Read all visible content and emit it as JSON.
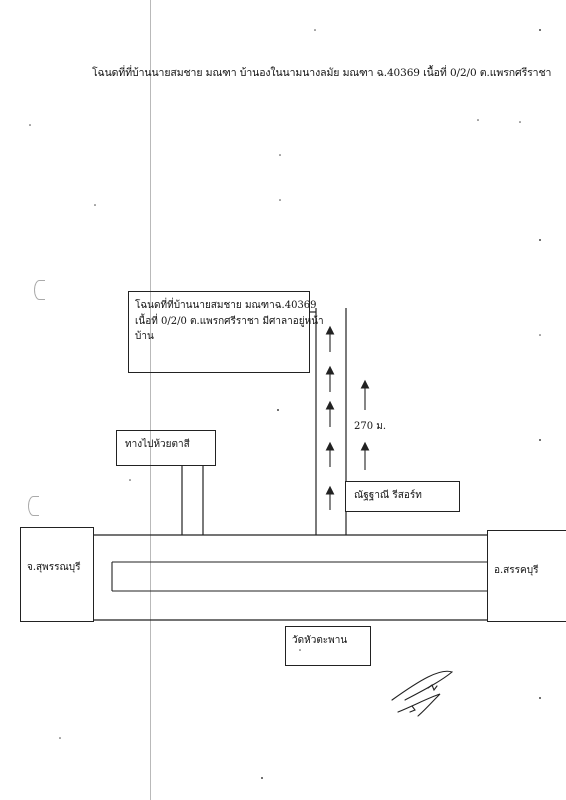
{
  "document": {
    "title": "โฉนดที่ที่บ้านนายสมชาย มณฑา บ้านองในนามนางลมัย มณฑา ฉ.40369 เนื้อที่ 0/2/0 ต.แพรกศรีราชา"
  },
  "map": {
    "info_box": {
      "line1": "โฉนดที่ที่บ้านนายสมชาย มณฑาฉ.40369",
      "line2": "เนื้อที่ 0/2/0 ต.แพรกศรีราชา  มีศาลาอยู่หน้า",
      "line3": "บ้าน"
    },
    "left_road_label": "ทางไปห้วยตาสี",
    "resort_label": "ณัฐฐาณี รีสอร์ท",
    "distance_label": "270 ม.",
    "west_label": "จ.สุพรรณบุรี",
    "east_label": "อ.สรรคบุรี",
    "temple_label": "วัดหัวตะพาน",
    "signature": "handwritten-signature"
  }
}
